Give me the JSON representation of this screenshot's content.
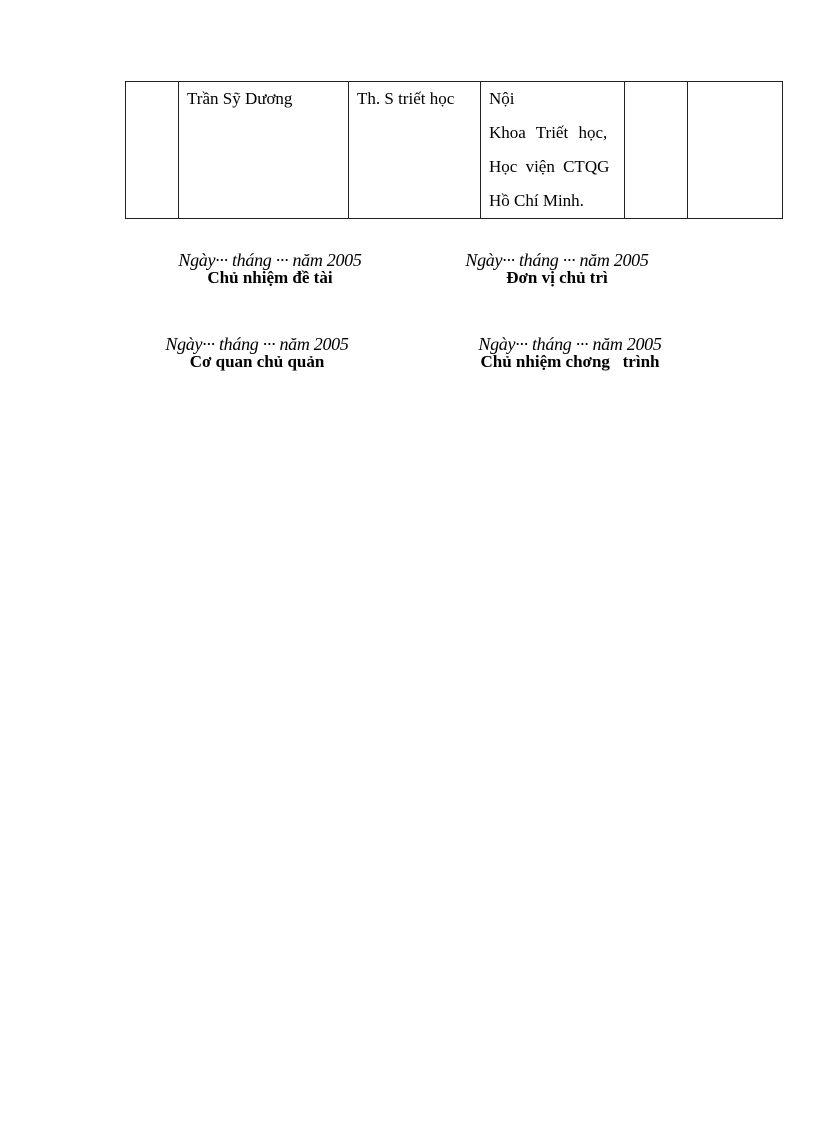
{
  "table": {
    "row": {
      "stt": "",
      "name": "Trần Sỹ Dương",
      "degree": "Th. S triết học",
      "workplace_lines": [
        "Nội",
        "Khoa  Triết  học,",
        "Học viện  CTQG",
        "Hồ Chí Minh."
      ],
      "col5": "",
      "col6": ""
    }
  },
  "signatures": [
    {
      "date": "Ngày··· tháng ··· năm 2005",
      "role": "Chủ nhiệm đề tài"
    },
    {
      "date": "Ngày··· tháng ··· năm 2005",
      "role": "Đơn vị chủ trì"
    },
    {
      "date": "Ngày··· tháng ··· năm 2005",
      "role": "Cơ quan chủ quản"
    },
    {
      "date": "Ngày··· tháng ··· năm 2005",
      "role": "Chủ nhiệm chơng   trình"
    }
  ]
}
